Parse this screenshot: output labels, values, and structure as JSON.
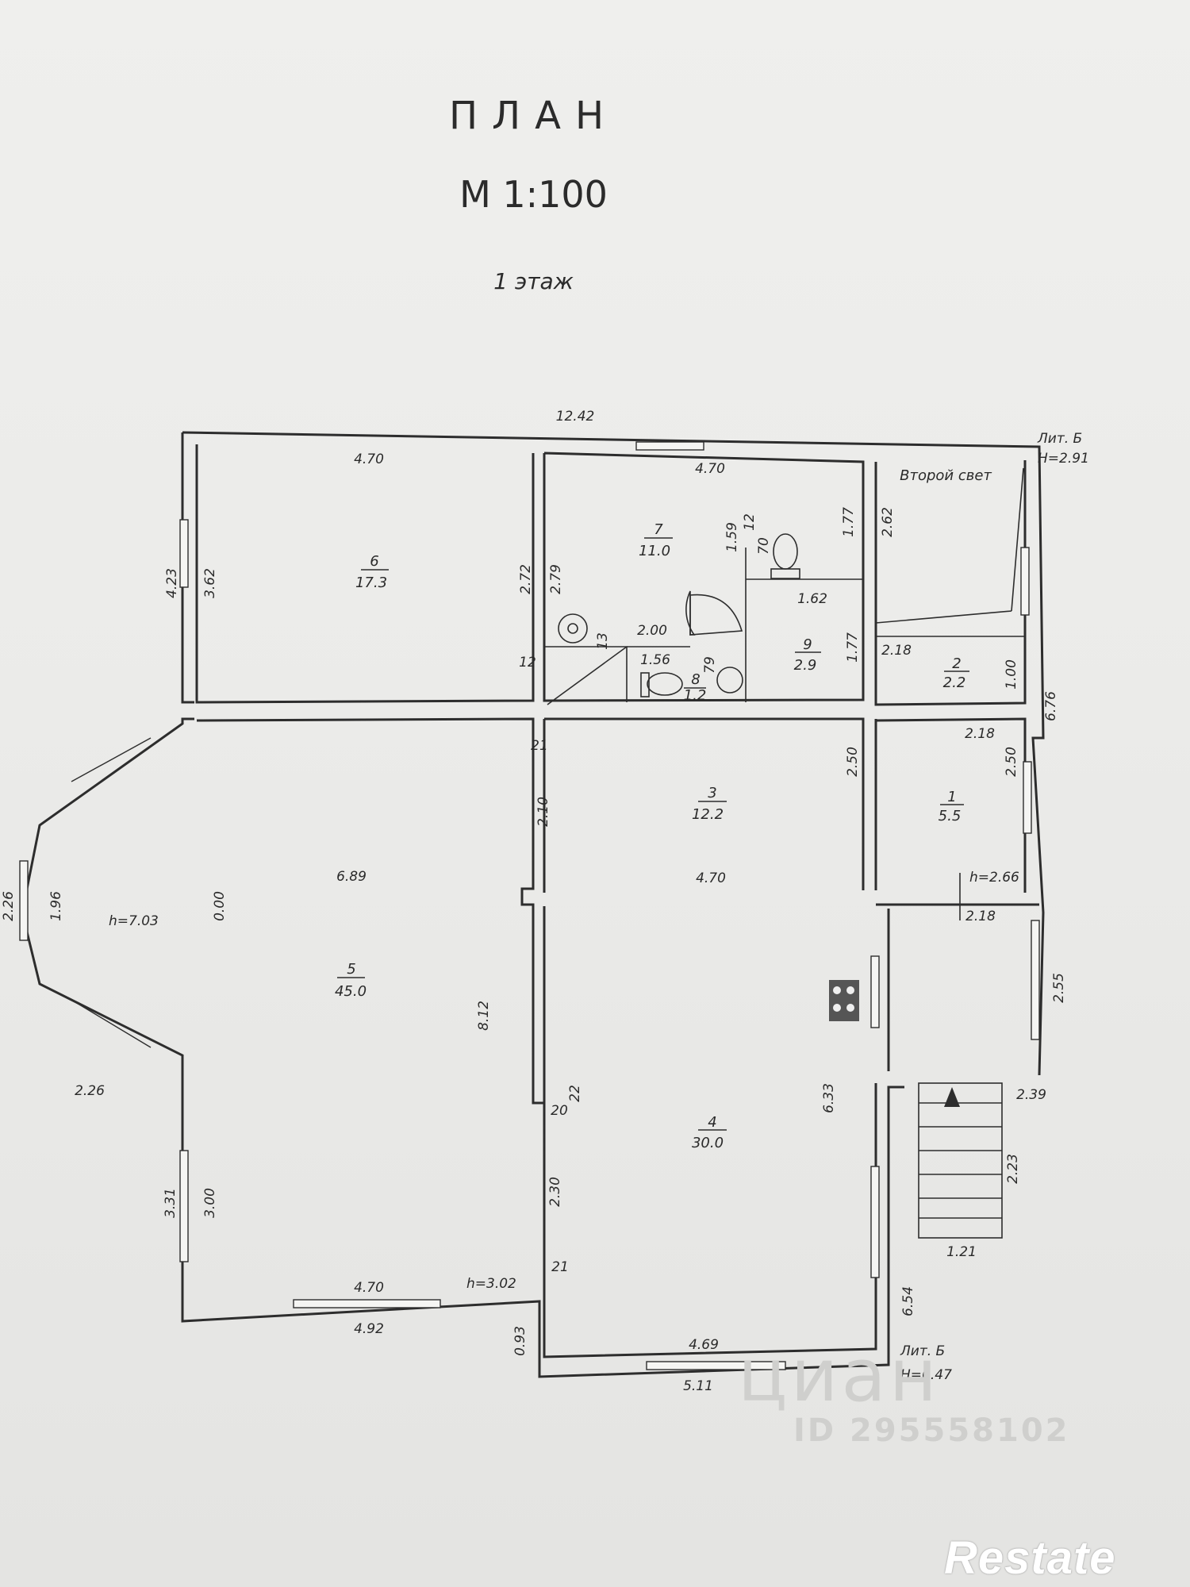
{
  "header": {
    "title": "ПЛАН",
    "scale": "М 1:100",
    "floor": "1 этаж"
  },
  "rooms": [
    {
      "id": "room-1",
      "number": "1",
      "area": "5.5"
    },
    {
      "id": "room-2",
      "number": "2",
      "area": "2.2"
    },
    {
      "id": "room-3",
      "number": "3",
      "area": "12.2"
    },
    {
      "id": "room-4",
      "number": "4",
      "area": "30.0"
    },
    {
      "id": "room-5",
      "number": "5",
      "area": "45.0"
    },
    {
      "id": "room-6",
      "number": "6",
      "area": "17.3"
    },
    {
      "id": "room-7",
      "number": "7",
      "area": "11.0"
    },
    {
      "id": "room-8",
      "number": "8",
      "area": "1.2"
    },
    {
      "id": "room-9",
      "number": "9",
      "area": "2.9"
    }
  ],
  "notes": {
    "second_light": "Второй свет",
    "lit_top": "Лит. Б",
    "h_top": "Н=2.91",
    "lit_bottom": "Лит. Б",
    "h_bottom": "Н=6.47",
    "h_room5": "h=7.03",
    "h_room5_bottom": "h=3.02",
    "h_room1": "h=2.66"
  },
  "dimensions": {
    "top_total": "12.42",
    "r6_top": "4.70",
    "r6_left": "3.62",
    "outer_left_top": "4.23",
    "r6_right": "2.72",
    "r7_top": "4.70",
    "r7_left": "2.79",
    "r7_small_12": "12",
    "r7_159": "1.59",
    "r7_70": "70",
    "r7_177": "1.77",
    "r7_200": "2.00",
    "r7_13": "13",
    "r8_156": "1.56",
    "r8_79": "79",
    "r9_162": "1.62",
    "r9_177": "1.77",
    "r2_262": "2.62",
    "r2_218": "2.18",
    "r2_100": "1.00",
    "r6_12": "12",
    "outer_right_676": "6.76",
    "r1_218": "2.18",
    "r1_250": "2.50",
    "r3_250": "2.50",
    "r3_21": "21",
    "r3_210": "2.10",
    "r3_470": "4.70",
    "r5_689": "6.89",
    "r5_000": "0.00",
    "r5_812": "8.12",
    "bay_226_left": "2.26",
    "bay_196": "1.96",
    "bay_226_bottom": "2.26",
    "r5_331": "3.31",
    "r5_300": "3.00",
    "r5_470": "4.70",
    "r5_492": "4.92",
    "r5_22": "22",
    "r5_20": "20",
    "r5_230": "2.30",
    "r5_21": "21",
    "r5_093": "0.93",
    "r4_633": "6.33",
    "r4_469": "4.69",
    "r4_511": "5.11",
    "r4_654": "6.54",
    "hall_218": "2.18",
    "hall_255": "2.55",
    "hall_239": "2.39",
    "stair_223": "2.23",
    "stair_121": "1.21"
  },
  "watermark": {
    "text": "циан",
    "id": "ID 295558102"
  },
  "logo": "Restate"
}
